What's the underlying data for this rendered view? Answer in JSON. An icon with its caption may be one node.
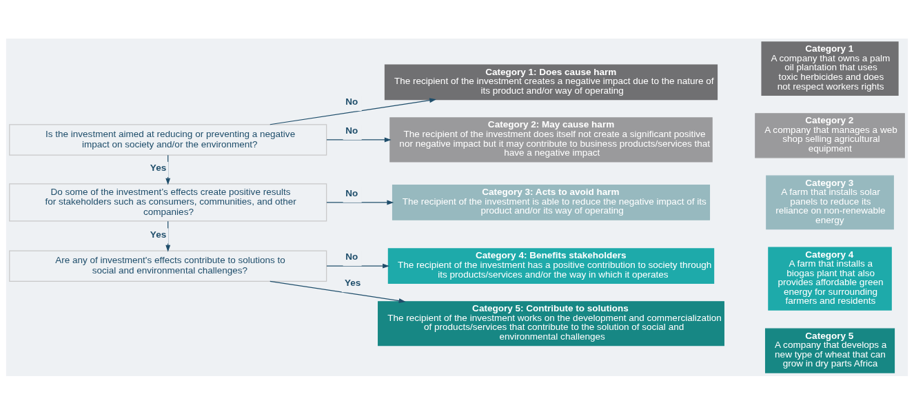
{
  "diagram": {
    "nodes": [
      {
        "text": [
          "Is the investment aimed at reducing or preventing a negative impact on society and/or the environment?"
        ]
      },
      {
        "text": [
          "Do some of the investment’s effects create positive results for stakeholders such as consumers, communities, and other companies?"
        ]
      },
      {
        "text": [
          "Are any of investment's effects contribute to solutions to social and environmental challenges?"
        ]
      },
      {
        "text": [
          "Category 1: Does cause harm",
          "The recipient of the investment creates a negative impact due to the nature of its product and/or way of operating"
        ]
      },
      {
        "text": [
          "Category 2: May cause harm",
          "The recipient of the investment does itself not create a significant positive nor negative impact but it may contribute to business products/services that have a negative impact"
        ]
      },
      {
        "text": [
          "Category 3: Acts to avoid harm",
          "The recipient of the investment is able to reduce the negative impact of its product and/or its way of operating"
        ]
      },
      {
        "text": [
          "Category 4: Benefits stakeholders",
          "The recipient of the investment has a positive contribution to society through its products/services and/or the way in which it operates"
        ]
      },
      {
        "text": [
          "Category 5: Contribute to solutions",
          "The recipient of the investment works on the development and commercialization of products/services that contribute to the solution of social and environmental challenges"
        ]
      },
      {
        "text": [
          "Category 1",
          "A company that owns a palm oil plantation that uses toxic herbicides and does not respect workers rights"
        ]
      },
      {
        "text": [
          "Category 2",
          "A company that manages a web shop selling agricultural equipment"
        ]
      },
      {
        "text": [
          "Category 3",
          "A farm that installs solar panels to reduce its reliance on non-renewable energy"
        ]
      },
      {
        "text": [
          "Category 4",
          "A farm that installs a biogas plant that also provides affordable green energy for surrounding farmers and residents"
        ]
      },
      {
        "text": [
          "Category 5",
          "A company that develops a new type of wheat that can grow in dry parts Africa"
        ]
      }
    ],
    "edges": [
      {
        "from": 0,
        "to": 3,
        "arrow": "to",
        "label": "No"
      },
      {
        "from": 0,
        "to": 4,
        "arrow": "to",
        "label": "No"
      },
      {
        "from": 0,
        "to": 1,
        "arrow": "to",
        "label": "Yes"
      },
      {
        "from": 1,
        "to": 5,
        "arrow": "to",
        "label": "No"
      },
      {
        "from": 1,
        "to": 2,
        "arrow": "to",
        "label": "Yes"
      },
      {
        "from": 2,
        "to": 6,
        "arrow": "to",
        "label": "No"
      },
      {
        "from": 2,
        "to": 7,
        "arrow": "to",
        "label": "Yes"
      }
    ]
  }
}
